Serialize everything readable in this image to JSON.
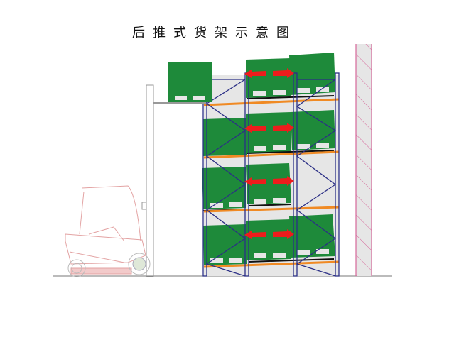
{
  "title": "后推式货架示意图",
  "colors": {
    "pallet_green": "#1e8a3a",
    "rack_frame": "#2b2f86",
    "beam_orange": "#f08a24",
    "arrow_red": "#ee1c1c",
    "wall_pink": "#d6679a",
    "rack_bg": "#e6e6e6",
    "forklift_outline": "#e3a3a3",
    "ground_line": "#777777"
  },
  "elements": {
    "forklift": "forklift",
    "rack": "push-back-rack",
    "wall": "wall",
    "arrows": "push-back-direction-arrows",
    "levels": 4,
    "bays": 2
  }
}
